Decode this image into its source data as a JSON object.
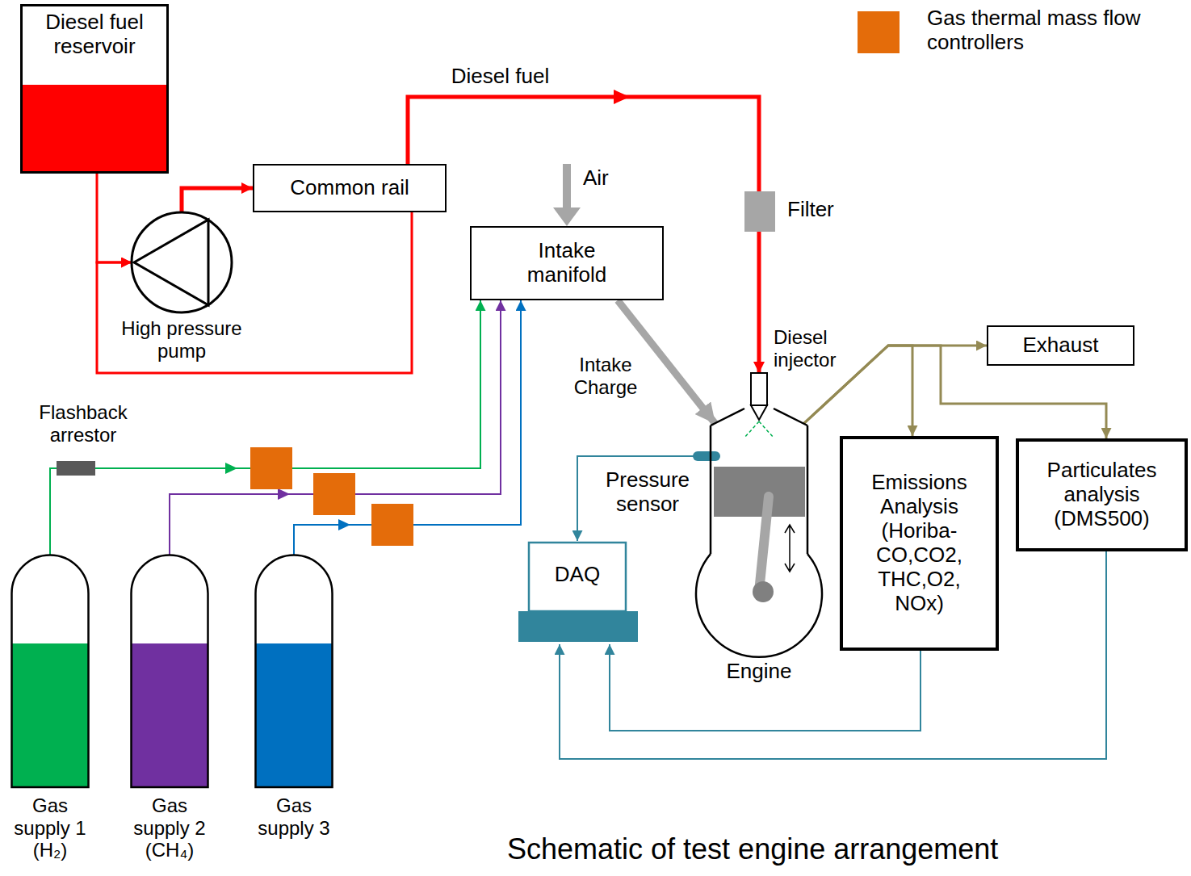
{
  "diagram": {
    "caption": "Schematic of test engine arrangement",
    "nodes": [
      {
        "text": [
          "Diesel fuel reservoir"
        ]
      },
      {
        "text": [
          "Common rail"
        ]
      },
      {
        "text": [
          "High pressure pump"
        ]
      },
      {
        "text": [
          "Intake manifold"
        ]
      },
      {
        "text": [
          "Exhaust"
        ]
      },
      {
        "text": [
          "Engine"
        ]
      },
      {
        "text": [
          "Emissions Analysis (Horiba- CO,CO2, THC,O2, NOx)"
        ]
      },
      {
        "text": [
          "Particulates analysis (DMS500)"
        ]
      },
      {
        "text": [
          "DAQ"
        ]
      },
      {
        "text": [
          "Gas supply 1 (H₂)"
        ]
      },
      {
        "text": [
          "Gas supply 2 (CH₄)"
        ]
      },
      {
        "text": [
          "Gas supply 3"
        ]
      }
    ],
    "edges": [
      {
        "from": 0,
        "to": 2,
        "arrow": "to"
      },
      {
        "from": 2,
        "to": 1,
        "arrow": "to"
      },
      {
        "from": 1,
        "to": 2,
        "arrow": "to"
      },
      {
        "from": 1,
        "to": 5,
        "label": "Diesel fuel",
        "arrow": "to"
      },
      {
        "from": 9,
        "to": 3,
        "arrow": "to"
      },
      {
        "from": 10,
        "to": 3,
        "arrow": "to"
      },
      {
        "from": 11,
        "to": 3,
        "arrow": "to"
      },
      {
        "from": 3,
        "to": 5,
        "label": "Intake Charge",
        "arrow": "to"
      },
      {
        "from": 5,
        "to": 4,
        "arrow": "to"
      },
      {
        "from": 5,
        "to": 6,
        "arrow": "to"
      },
      {
        "from": 5,
        "to": 7,
        "arrow": "to"
      },
      {
        "from": 6,
        "to": 8,
        "arrow": "to"
      },
      {
        "from": 7,
        "to": 8,
        "arrow": "to"
      },
      {
        "from": 5,
        "to": 8,
        "arrow": "to"
      }
    ],
    "labels": [
      "Air",
      "Filter",
      "Diesel injector",
      "Flashback arrestor",
      "Pressure sensor"
    ],
    "legend": [
      {
        "text": "Gas thermal mass flow controllers",
        "color": "#e46c0a"
      }
    ]
  }
}
